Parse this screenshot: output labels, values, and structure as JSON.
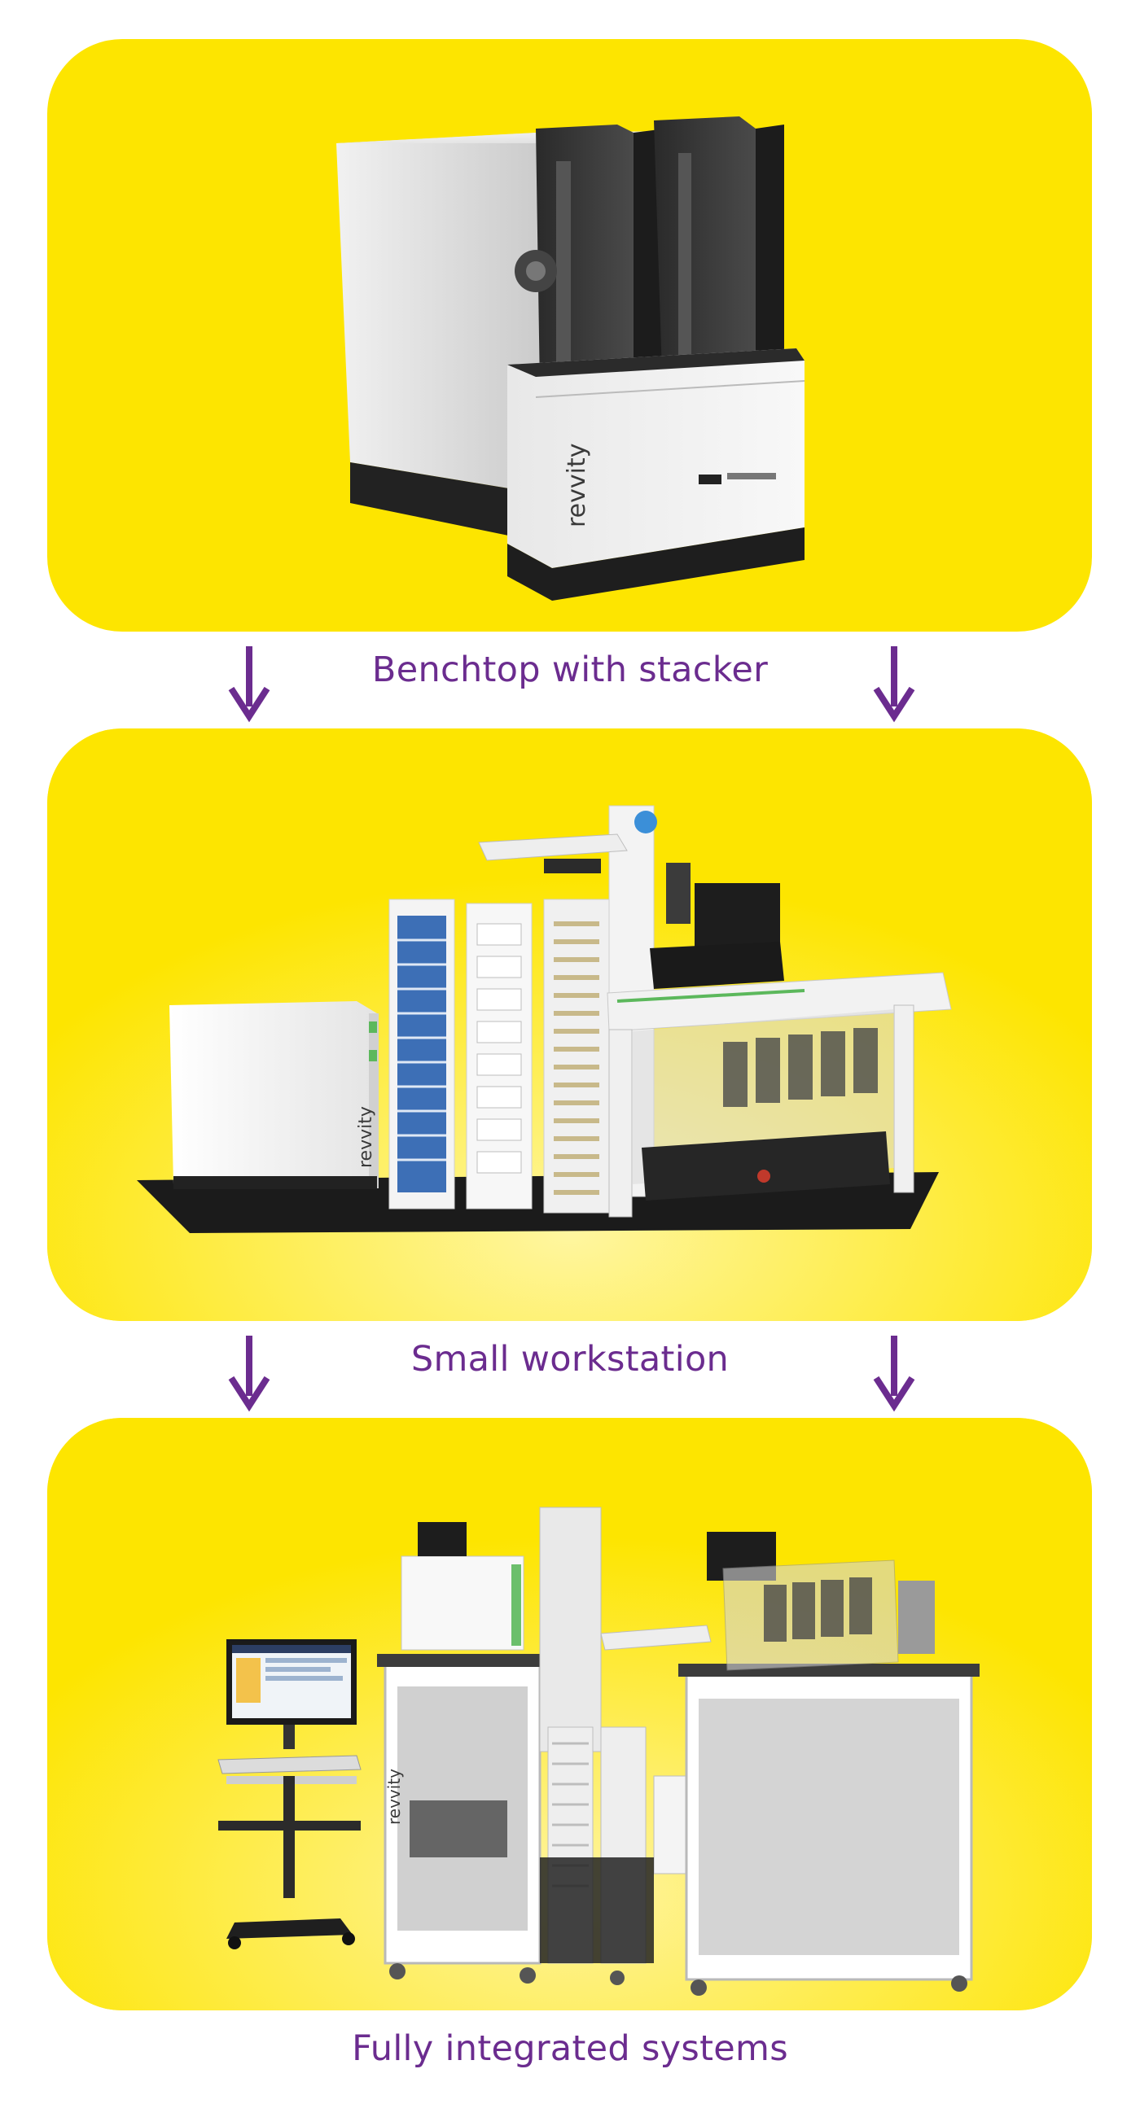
{
  "stages": [
    {
      "caption": "Benchtop with stacker",
      "brand": "revvity"
    },
    {
      "caption": "Small workstation",
      "brand": "revvity"
    },
    {
      "caption": "Fully integrated systems",
      "brand": "revvity"
    }
  ],
  "colors": {
    "panel": "#fde500",
    "caption": "#6b2c8f",
    "arrow": "#6b2c8f"
  },
  "icons": {
    "arrow": "down-arrow-icon"
  }
}
